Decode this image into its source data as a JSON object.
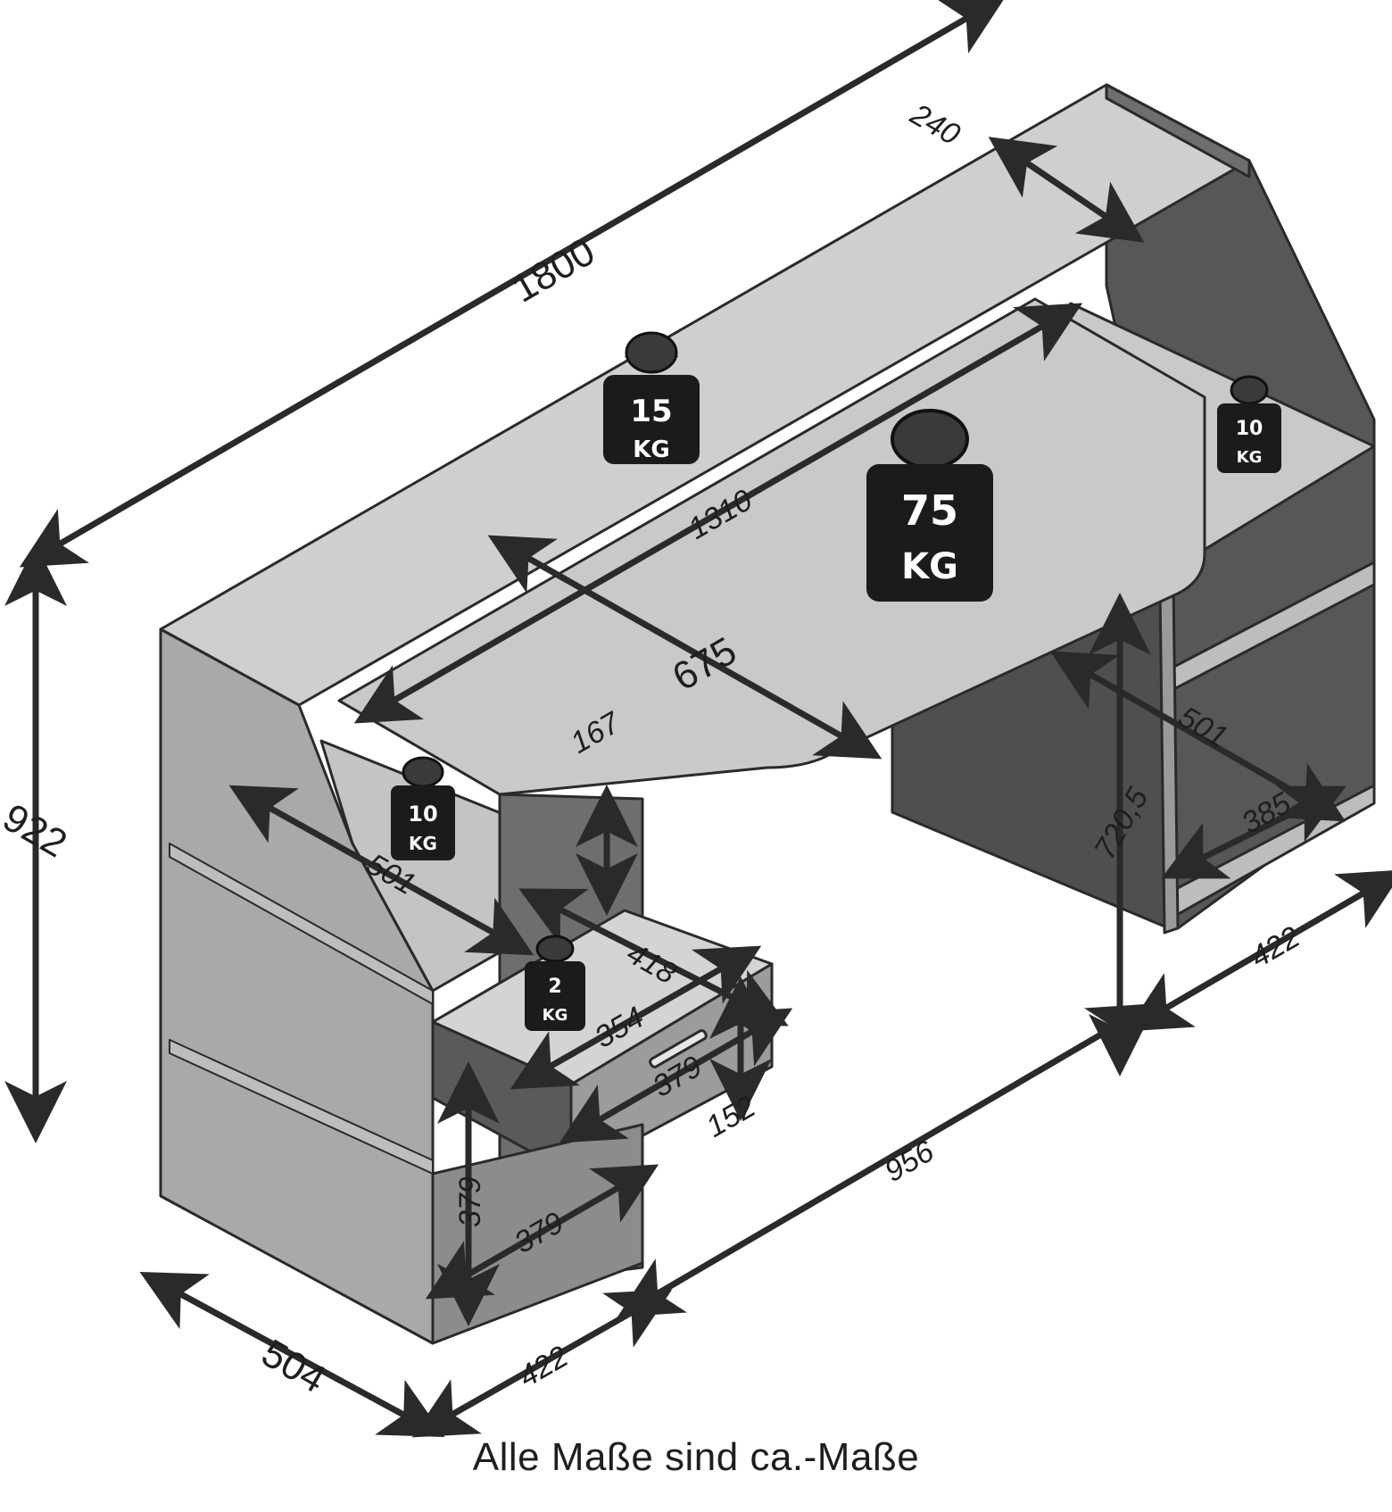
{
  "dimensions": {
    "total_width": "1800",
    "total_height": "922",
    "total_depth": "504",
    "shelf_depth_top": "240",
    "desk_width": "1310",
    "desk_depth": "675",
    "right_shelf_depth": "501",
    "right_shelf_inner": "385",
    "right_module_width": "422",
    "desk_height": "720,5",
    "clearance": "956",
    "left_module_width": "422",
    "left_shelf_depth": "501",
    "drawer_gap": "167",
    "drawer_depth": "418",
    "drawer_inner_width": "354",
    "drawer_front_width": "379",
    "drawer_front_height": "152",
    "compartment_height": "379",
    "compartment_width": "379"
  },
  "weights": {
    "top_shelf": {
      "value": "15",
      "unit": "KG"
    },
    "desk": {
      "value": "75",
      "unit": "KG"
    },
    "right_shelf": {
      "value": "10",
      "unit": "KG"
    },
    "left_shelf": {
      "value": "10",
      "unit": "KG"
    },
    "drawer": {
      "value": "2",
      "unit": "KG"
    }
  },
  "footer": "Alle Maße sind ca.-Maße",
  "colors": {
    "board_light": "#c9c9c9",
    "board_mid": "#a9a9a9",
    "board_dark": "#6e6e6e",
    "board_darker": "#575757",
    "line": "#2a2a2a",
    "weight": "#1b1b1b"
  }
}
